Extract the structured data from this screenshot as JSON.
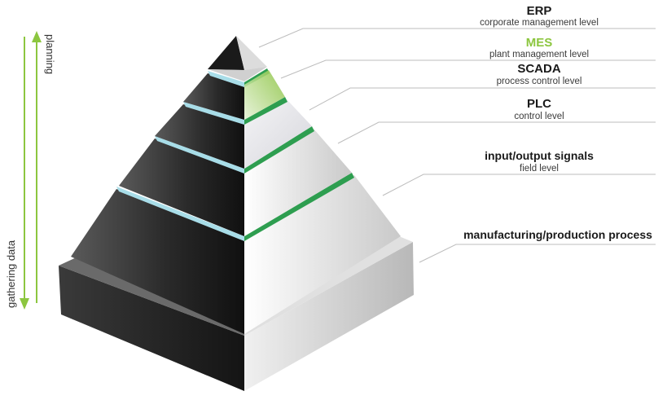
{
  "axis": {
    "up_label": "planning",
    "down_label": "gathering data"
  },
  "levels": [
    {
      "title": "ERP",
      "subtitle": "corporate management level"
    },
    {
      "title": "MES",
      "subtitle": "plant management level"
    },
    {
      "title": "SCADA",
      "subtitle": "process control level"
    },
    {
      "title": "PLC",
      "subtitle": "control level"
    },
    {
      "title": "input/output signals",
      "subtitle": "field level"
    },
    {
      "title": "manufacturing/production process",
      "subtitle": ""
    }
  ],
  "colors": {
    "accent": "#8cc63f",
    "band_green": "#2e9e50",
    "band_light": "#a8dde8",
    "dark": "#1c1c1c",
    "light": "#e6e6e6"
  }
}
